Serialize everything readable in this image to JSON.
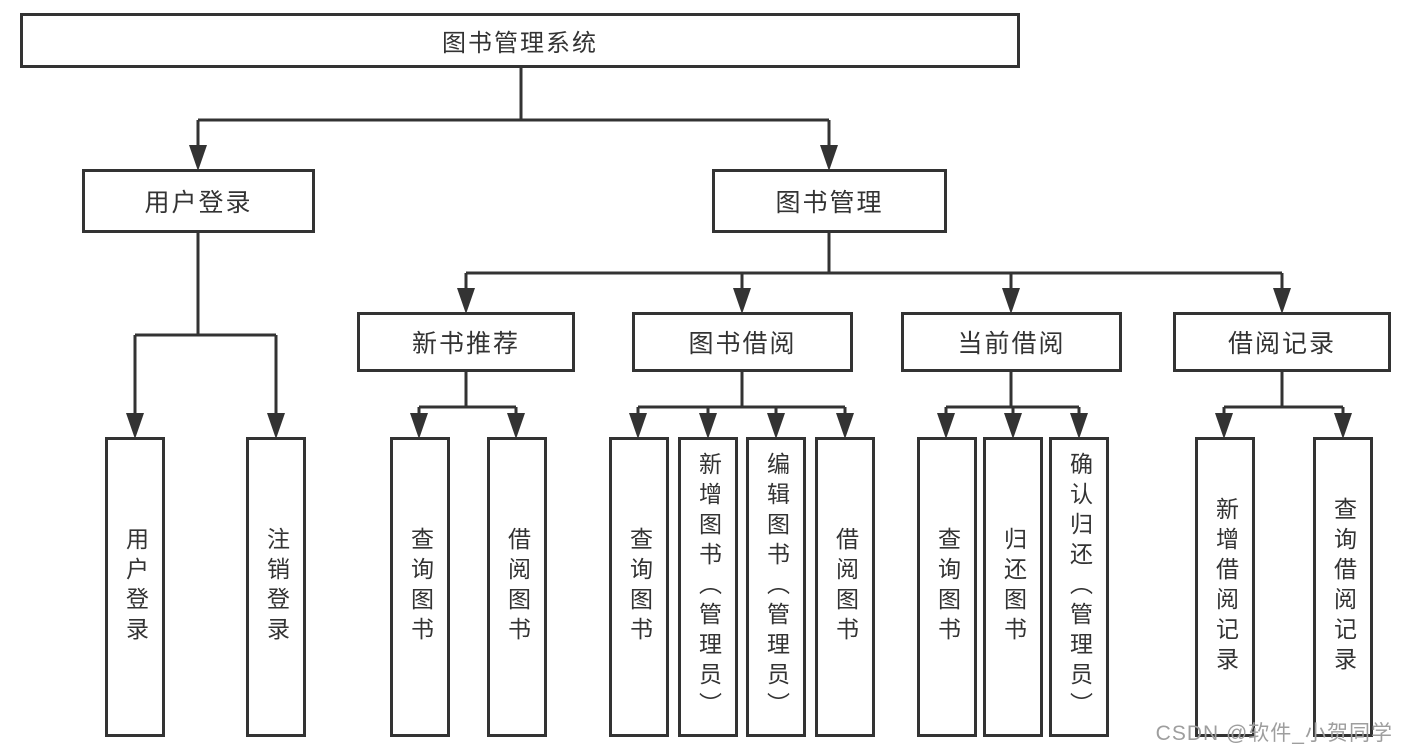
{
  "tree": {
    "root": {
      "label": "图书管理系统"
    },
    "level2": [
      {
        "id": "user-login",
        "label": "用户登录"
      },
      {
        "id": "book-management",
        "label": "图书管理"
      }
    ],
    "level3": [
      {
        "id": "new-book-recommend",
        "label": "新书推荐",
        "parent": "book-management"
      },
      {
        "id": "book-borrowing",
        "label": "图书借阅",
        "parent": "book-management"
      },
      {
        "id": "current-borrowing",
        "label": "当前借阅",
        "parent": "book-management"
      },
      {
        "id": "borrowing-records",
        "label": "借阅记录",
        "parent": "book-management"
      }
    ],
    "leaves": [
      {
        "id": "user-login-action",
        "label": "用户登录",
        "parent": "user-login"
      },
      {
        "id": "logout-action",
        "label": "注销登录",
        "parent": "user-login"
      },
      {
        "id": "query-books-recommend",
        "label": "查询图书",
        "parent": "new-book-recommend"
      },
      {
        "id": "borrow-books-recommend",
        "label": "借阅图书",
        "parent": "new-book-recommend"
      },
      {
        "id": "query-books-borrowing",
        "label": "查询图书",
        "parent": "book-borrowing"
      },
      {
        "id": "add-books-admin",
        "label": "新增图书（管理员）",
        "parent": "book-borrowing"
      },
      {
        "id": "edit-books-admin",
        "label": "编辑图书（管理员）",
        "parent": "book-borrowing"
      },
      {
        "id": "borrow-books-borrowing",
        "label": "借阅图书",
        "parent": "book-borrowing"
      },
      {
        "id": "query-books-current",
        "label": "查询图书",
        "parent": "current-borrowing"
      },
      {
        "id": "return-books",
        "label": "归还图书",
        "parent": "current-borrowing"
      },
      {
        "id": "confirm-return-admin",
        "label": "确认归还（管理员）",
        "parent": "current-borrowing"
      },
      {
        "id": "add-borrow-record",
        "label": "新增借阅记录",
        "parent": "borrowing-records"
      },
      {
        "id": "query-borrow-record",
        "label": "查询借阅记录",
        "parent": "borrowing-records"
      }
    ]
  },
  "watermark": {
    "text": "CSDN @软件_小贺同学"
  },
  "colors": {
    "line": "#333333",
    "box_border": "#333333",
    "box_bg": "#ffffff",
    "text": "#333333",
    "background": "#ffffff",
    "watermark": "#9e9e9e"
  }
}
